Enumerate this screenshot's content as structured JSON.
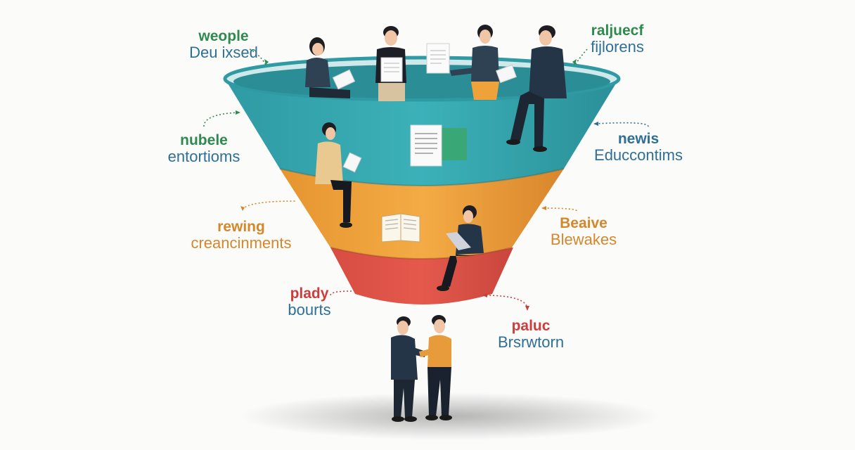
{
  "labels": {
    "top_left": {
      "line1": "weople",
      "line2": "Deu ixsed"
    },
    "top_right": {
      "line1": "raljuecf",
      "line2": "fijlorens"
    },
    "mid_left": {
      "line1": "nubele",
      "line2": "entortioms"
    },
    "mid_right": {
      "line1": "newis",
      "line2": "Educcontims"
    },
    "lower_left": {
      "line1": "rewing",
      "line2": "creancinments"
    },
    "lower_right": {
      "line1": "Beaive",
      "line2": "Blewakes"
    },
    "bottom_left": {
      "line1": "plady",
      "line2": "bourts"
    },
    "bottom_right": {
      "line1": "paluc",
      "line2": "Brsrwtorn"
    }
  },
  "colors": {
    "teal": "#3aaab2",
    "teal_dark": "#237f86",
    "orange": "#f0a23a",
    "orange_dark": "#c9782a",
    "red": "#e0574a",
    "red_dark": "#b8403a",
    "label_green": "#2e8a4f",
    "label_blue": "#2f6f95",
    "label_orange": "#d4872c",
    "label_red": "#cc3d3d",
    "suit_navy": "#243547"
  },
  "icons": [
    "document-icon",
    "open-book-icon",
    "handshake-icon"
  ]
}
